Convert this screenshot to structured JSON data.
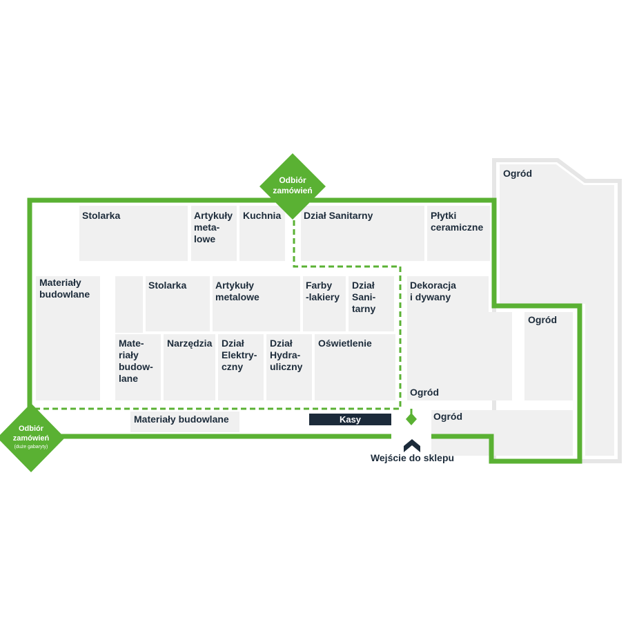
{
  "colors": {
    "accent_green": "#5ab133",
    "department_fill": "#f0f0f0",
    "garden_outline": "#e6e6e6",
    "text_dark": "#1c2b3a",
    "white": "#ffffff"
  },
  "pickup_top": {
    "label": "Odbiór\nzamówień"
  },
  "pickup_left": {
    "label": "Odbiór\nzamówień",
    "sublabel": "(duże gabaryty)"
  },
  "departments": {
    "stolarka_top": "Stolarka",
    "artykuly_top": "Artykuły\nmeta-\nlowe",
    "kuchnia": "Kuchnia",
    "sanitarny_top": "Dział Sanitarny",
    "plytki": "Płytki\nceramiczne",
    "materialy_left": "Materiały\nbudowlane",
    "stolarka_mid": "Stolarka",
    "artykuly_mid": "Artykuły\nmetalowe",
    "farby": "Farby\n-lakiery",
    "sanitarny_mid": "Dział\nSani-\ntarny",
    "dekoracja": "Dekoracja\ni dywany",
    "materialy_mid": "Mate-\nriały\nbudow-\nlane",
    "narzedzia": "Narzędzia",
    "elektryczny": "Dział\nElektry-\nczny",
    "hydrauliczny": "Dział\nHydra-\nuliczny",
    "oswietlenie": "Oświetlenie",
    "materialy_bottom": "Materiały budowlane",
    "ogrod_top": "Ogród",
    "ogrod_right": "Ogród",
    "ogrod_mid": "Ogród",
    "ogrod_bottom": "Ogród"
  },
  "checkout": {
    "label": "Kasy"
  },
  "entrance": {
    "label": "Wejście do sklepu"
  }
}
